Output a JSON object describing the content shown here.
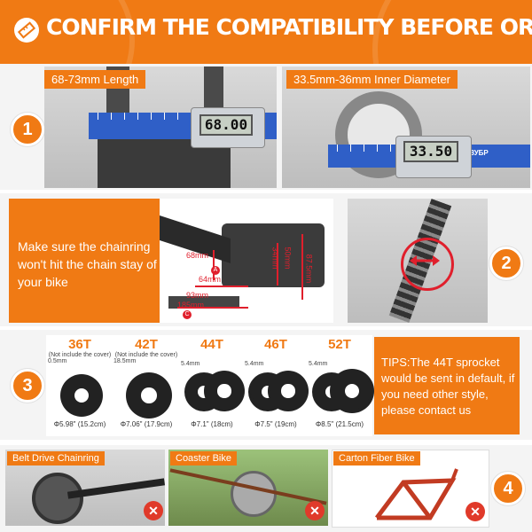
{
  "header": {
    "title": "CONFIRM THE COMPATIBILITY BEFORE ORDERING",
    "icon": "ruler-icon"
  },
  "section1": {
    "number": "1",
    "left_label": "68-73mm Length",
    "right_label": "33.5mm-36mm Inner Diameter",
    "left_reading": "68.00",
    "right_reading": "33.50",
    "caliper_brand": "ЗУБР"
  },
  "section2": {
    "number": "2",
    "text": "Make sure the chainring won't hit the chain stay of your bike",
    "dimensions": {
      "d68": "68mm",
      "d34": "34mm",
      "d50": "50mm",
      "d87": "87.5mm",
      "d64": "64mm",
      "d93": "93mm",
      "d185": "185mm",
      "pointA": "A",
      "pointC": "C"
    }
  },
  "section3": {
    "number": "3",
    "sprockets": [
      {
        "teeth": "36T",
        "note": "(Not include the cover)",
        "offset": "0.5mm",
        "diameter": "Φ5.98\" (15.2cm)"
      },
      {
        "teeth": "42T",
        "note": "(Not include the cover)",
        "offset": "18.5mm",
        "diameter": "Φ7.06\" (17.9cm)"
      },
      {
        "teeth": "44T",
        "note": "",
        "offset": "5.4mm",
        "diameter": "Φ7.1\" (18cm)"
      },
      {
        "teeth": "46T",
        "note": "",
        "offset": "5.4mm",
        "diameter": "Φ7.5\" (19cm)"
      },
      {
        "teeth": "52T",
        "note": "",
        "offset": "5.4mm",
        "diameter": "Φ8.5\" (21.5cm)"
      }
    ],
    "tips": "TIPS:The 44T sprocket would be sent in default, if you need other style, please contact us"
  },
  "section4": {
    "number": "4",
    "items": [
      {
        "label": "Belt Drive Chainring"
      },
      {
        "label": "Coaster Bike"
      },
      {
        "label": "Carton Fiber Bike"
      }
    ],
    "x_symbol": "✕"
  },
  "colors": {
    "accent": "#f07a14",
    "red": "#e01f2c",
    "caliper_blue": "#2f5fc7"
  }
}
